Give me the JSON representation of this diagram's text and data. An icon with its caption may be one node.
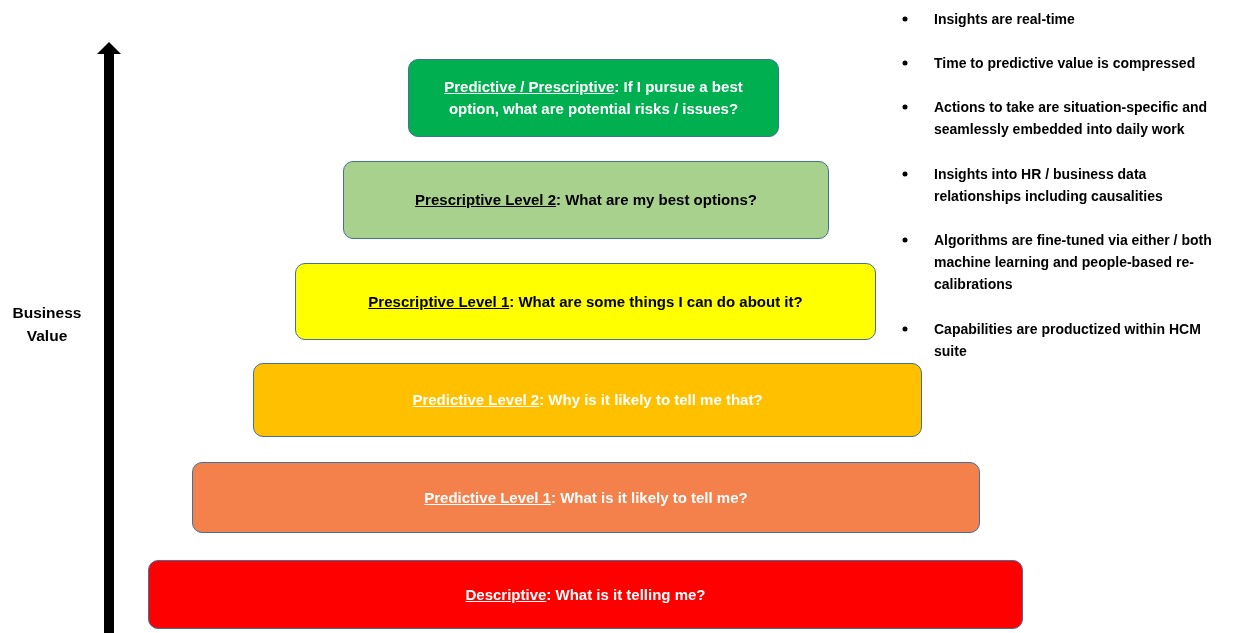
{
  "diagram": {
    "nodes": [
      {
        "text": [
          "Predictive / Prescriptive",
          ": If I pursue a best option, what are potential risks / issues?"
        ]
      },
      {
        "text": [
          "Prescriptive Level 2",
          ": What are my best options?"
        ]
      },
      {
        "text": [
          "Prescriptive Level 1",
          ": What are some things I can do about it?"
        ]
      },
      {
        "text": [
          "Predictive Level 2",
          ": Why is it likely to tell me that?"
        ]
      },
      {
        "text": [
          "Predictive Level 1",
          ": What is it likely to tell me?"
        ]
      },
      {
        "text": [
          "Descriptive",
          ": What is it telling me?"
        ]
      }
    ],
    "labels": [
      "Insights are real-time",
      "Time to predictive value is compressed",
      "Actions to take are situation-specific and seamlessly embedded into daily work",
      "Insights into HR / business data relationships including causalities",
      "Algorithms are fine-tuned via either / both machine learning and people-based re-calibrations",
      "Capabilities are productized within HCM suite",
      "Business Value"
    ]
  }
}
